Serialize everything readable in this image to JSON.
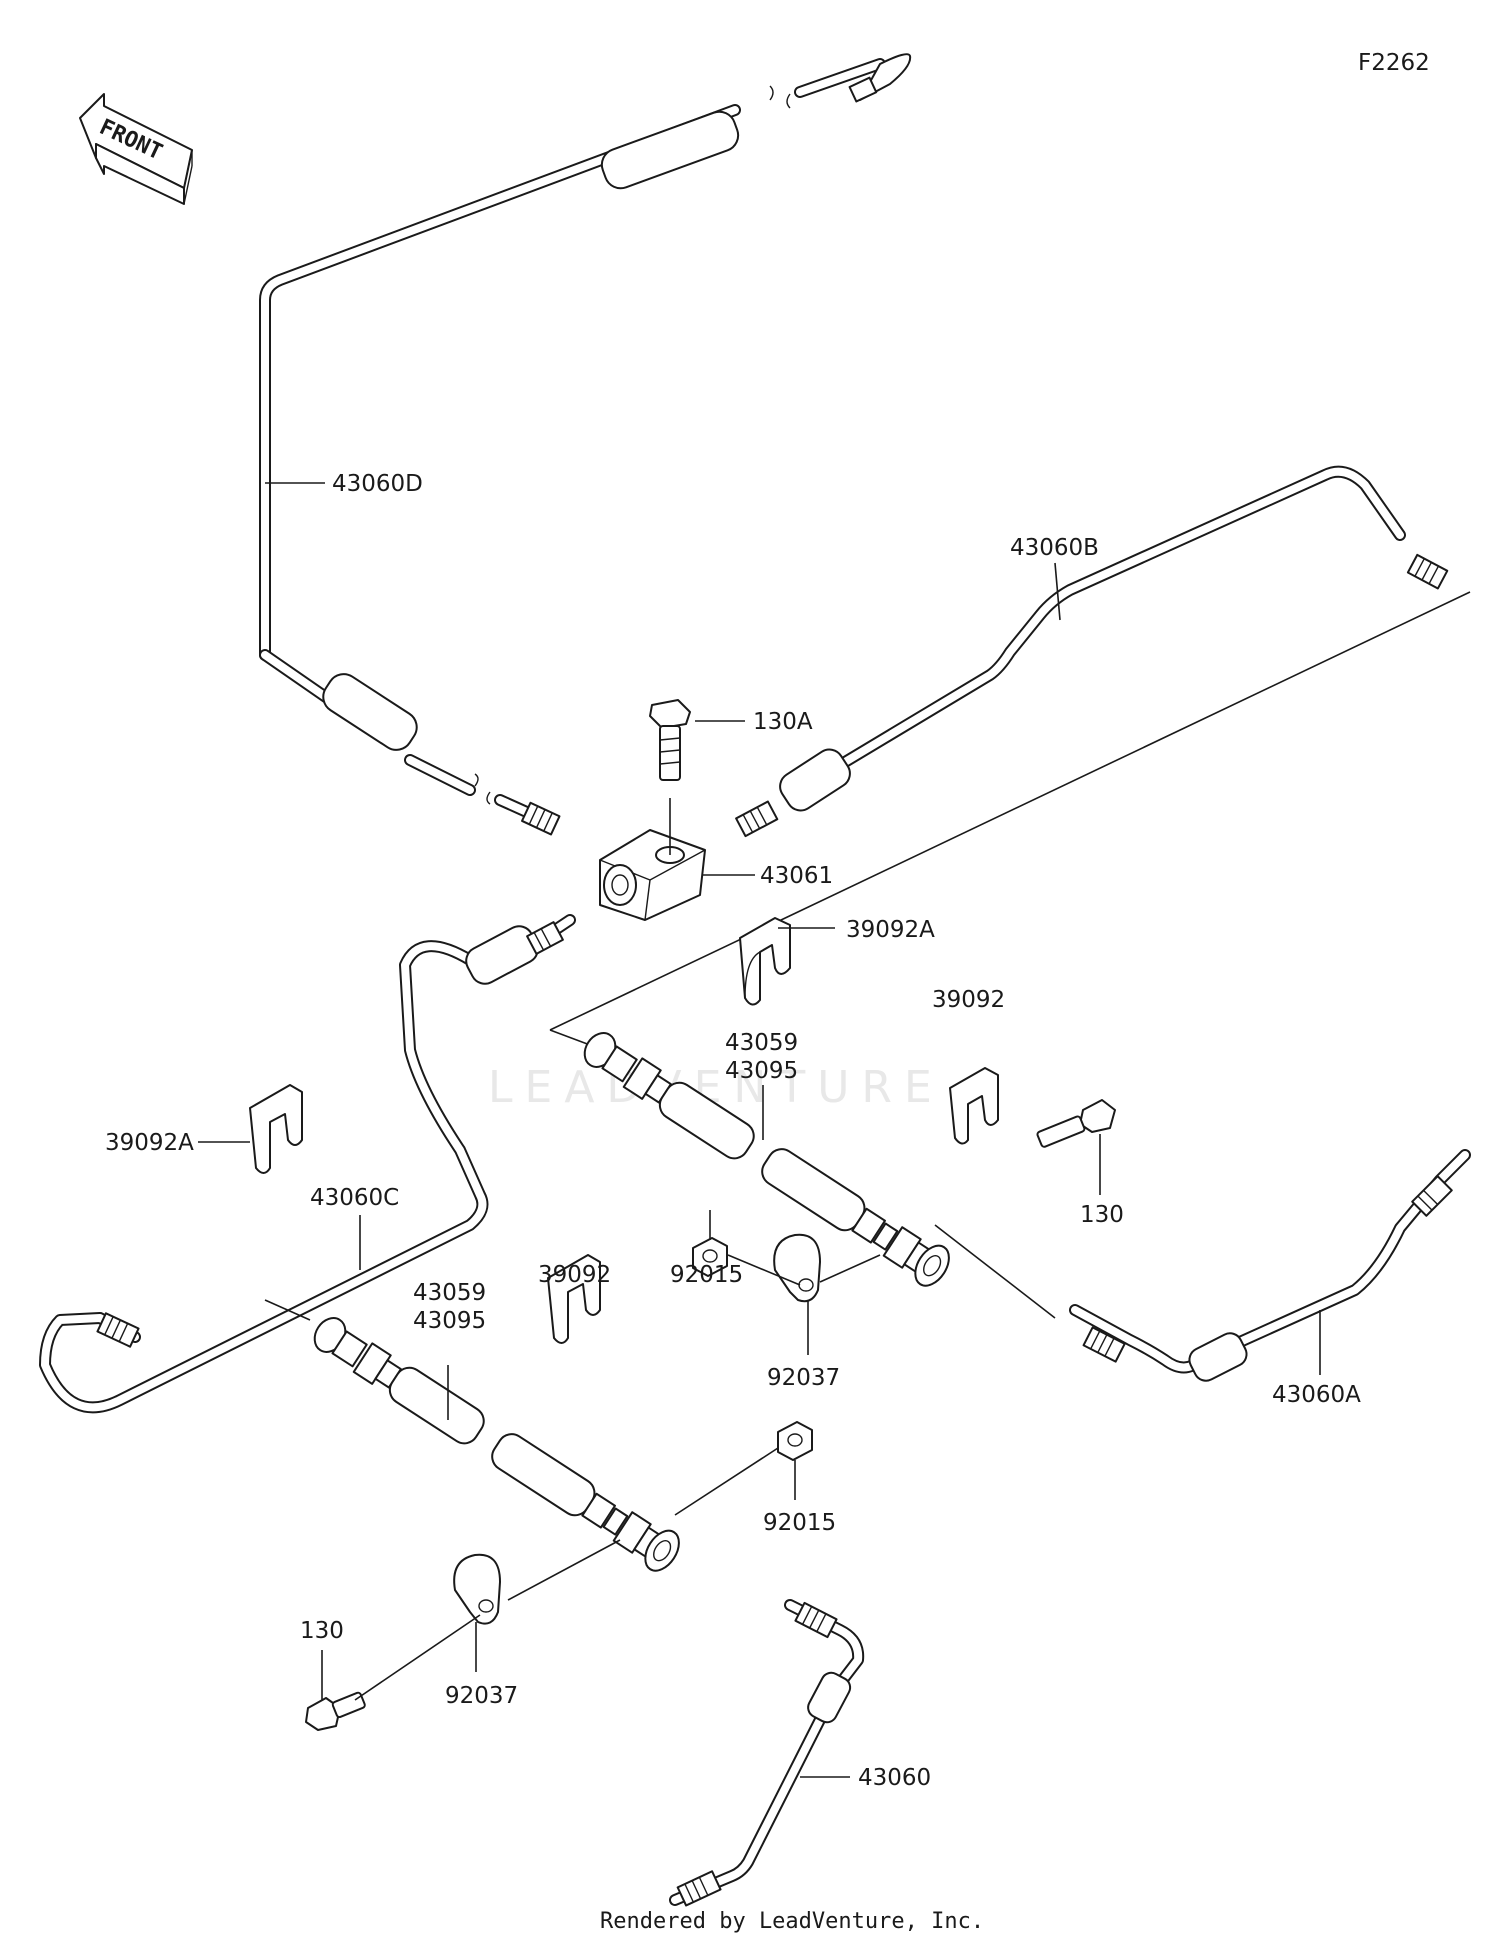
{
  "figure_code": "F2262",
  "front_label": "FRONT",
  "watermark": "LEADVENTURE",
  "footer": "Rendered by LeadVenture, Inc.",
  "callouts": {
    "p43060D": "43060D",
    "p43060B": "43060B",
    "p130A": "130A",
    "p43061": "43061",
    "p39092A_upper": "39092A",
    "p43059_upper": "43059",
    "p43095_upper": "43095",
    "p39092_upper": "39092",
    "p130_right": "130",
    "p39092A_left": "39092A",
    "p43060C": "43060C",
    "p43059_lower": "43059",
    "p43095_lower": "43095",
    "p39092_lower": "39092",
    "p92015_upper": "92015",
    "p92037_right": "92037",
    "p43060A": "43060A",
    "p92015_lower": "92015",
    "p130_left": "130",
    "p92037_left": "92037",
    "p43060": "43060"
  },
  "colors": {
    "line": "#1a1a1a",
    "background": "#ffffff",
    "watermark": "#e8e8e8"
  }
}
